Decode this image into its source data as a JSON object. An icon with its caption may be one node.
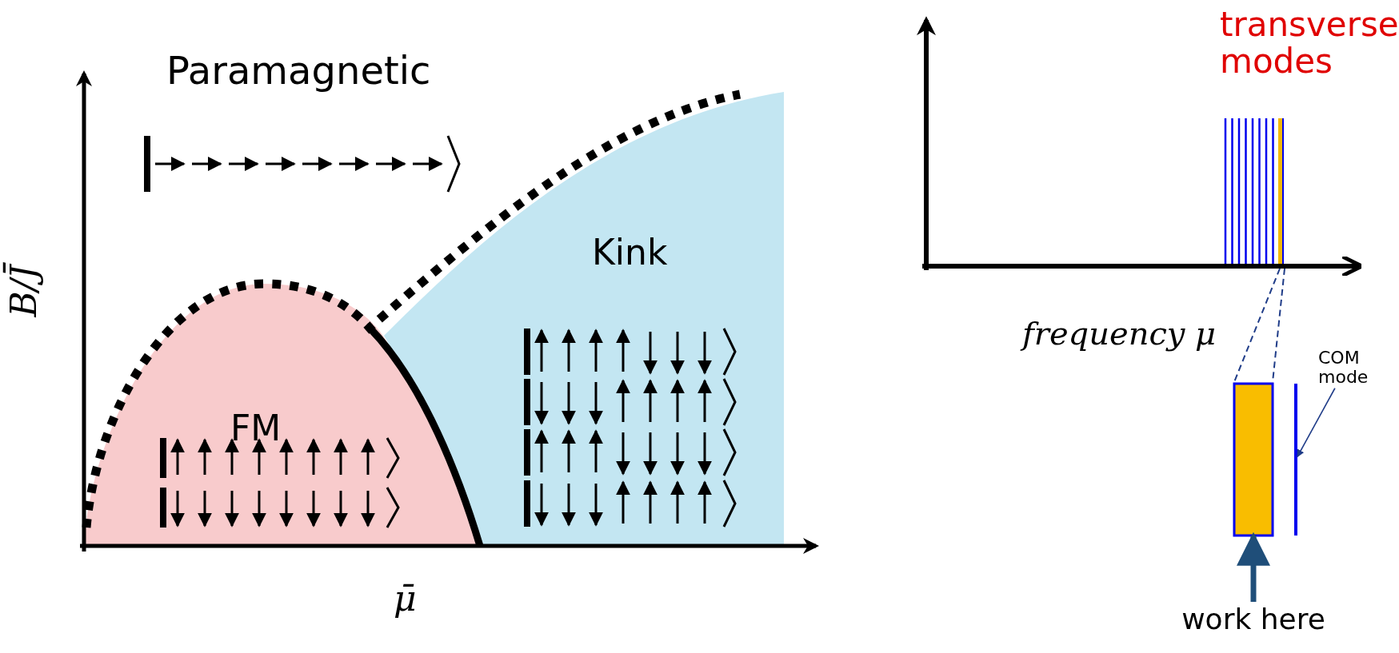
{
  "diagram": {
    "nodes": [
      {
        "text": [
          "COM mode"
        ]
      },
      {
        "text": [],
        "shape": "bar"
      },
      {
        "text": [],
        "shape": "bar"
      },
      {
        "text": [
          "work here"
        ]
      }
    ],
    "edges": [
      {
        "from": 0,
        "to": 2,
        "arrow": "to"
      },
      {
        "from": 3,
        "to": 1,
        "arrow": "to",
        "style": "thick",
        "color": "#1f4e79"
      }
    ],
    "labels": [
      "transverse modes",
      "Paramagnetic",
      "B/J̄",
      "Kink",
      "FM",
      "frequency μ",
      "μ̄"
    ]
  }
}
